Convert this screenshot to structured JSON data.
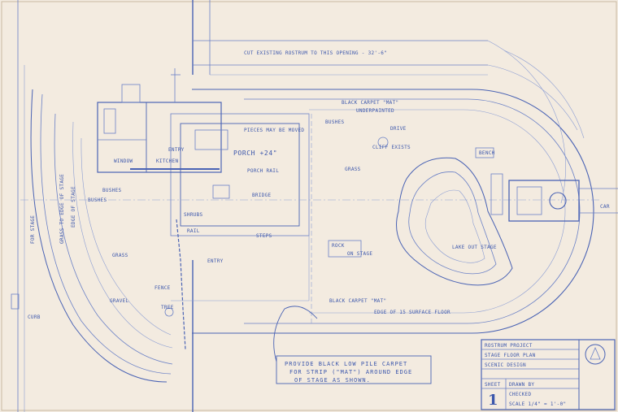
{
  "drawing": {
    "notes": {
      "cut_existing": "CUT EXISTING ROSTRUM TO THIS OPENING - 32'-6\"",
      "carpet_mat_top": "BLACK CARPET \"MAT\"",
      "carpet_mat_bottom": "BLACK CARPET \"MAT\"",
      "edge_of_surface": "EDGE OF 15 SURFACE FLOOR",
      "porch": "PORCH +24\"",
      "entry": "ENTRY",
      "entry_lower": "ENTRY",
      "steps": "STEPS",
      "kitchen": "KITCHEN",
      "window": "WINDOW",
      "bushes": "BUSHES",
      "bushes_right": "BUSHES",
      "grass": "GRASS",
      "grass_right": "GRASS",
      "gravel": "GRAVEL",
      "fence": "FENCE",
      "tree": "TREE",
      "bench": "BENCH",
      "rock": "ROCK",
      "car": "CAR",
      "cliff": "CLIFF EXISTS",
      "drive": "DRIVE",
      "shrubs": "SHRUBS",
      "underpainted": "UNDERPAINTED",
      "rail": "RAIL",
      "bridge": "BRIDGE",
      "on_stage": "ON STAGE",
      "lake": "LAKE OUT STAGE",
      "bushes_left": "BUSHES",
      "porch_rail": "PORCH RAIL",
      "pieces_note": "PIECES MAY BE MOVED",
      "side_note": "CURB",
      "plan_left_1": "FOR STAGE",
      "plan_left_2": "GRASS TO EDGE OF STAGE",
      "plan_left_3": "EDGE OF STAGE"
    },
    "callout": {
      "line1": "PROVIDE BLACK LOW PILE CARPET",
      "line2": "FOR STRIP (\"MAT\") AROUND EDGE",
      "line3": "OF STAGE AS SHOWN."
    },
    "title_block": {
      "row1": "ROSTRUM PROJECT",
      "row2": "STAGE FLOOR PLAN",
      "row3": "SCENIC DESIGN",
      "row4": "DRAWN BY",
      "row5": "CHECKED",
      "sheet_label": "SHEET",
      "sheet_number": "1",
      "scale": "SCALE 1/4\" = 1'-0\""
    }
  }
}
